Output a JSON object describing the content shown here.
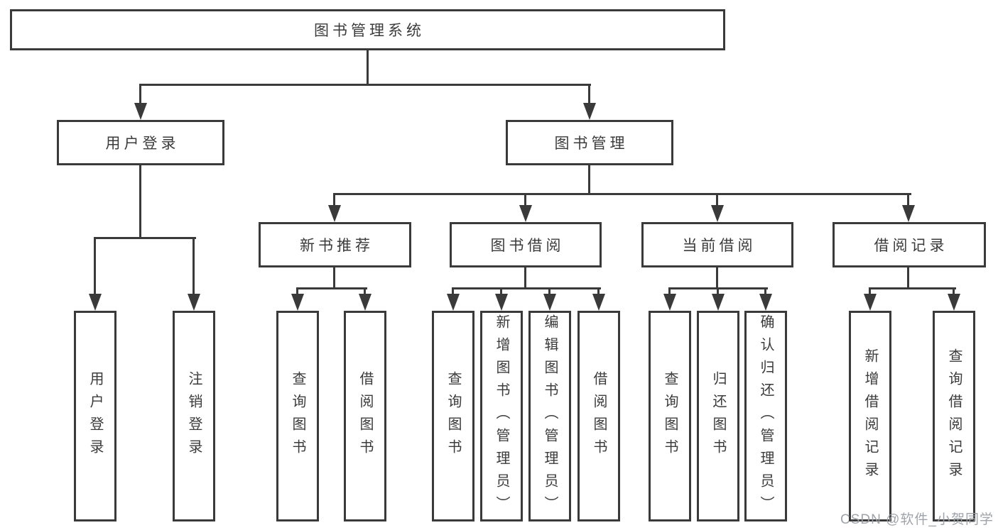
{
  "diagram": {
    "root": {
      "label": "图书管理系统"
    },
    "level2": [
      {
        "label": "用户登录",
        "children": [
          "用户登录",
          "注销登录"
        ]
      },
      {
        "label": "图书管理"
      }
    ],
    "level3": [
      {
        "label": "新书推荐",
        "children": [
          "查询图书",
          "借阅图书"
        ]
      },
      {
        "label": "图书借阅",
        "children": [
          "查询图书",
          "新增图书（管理员）",
          "编辑图书（管理员）",
          "借阅图书"
        ]
      },
      {
        "label": "当前借阅",
        "children": [
          "查询图书",
          "归还图书",
          "确认归还（管理员）"
        ]
      },
      {
        "label": "借阅记录",
        "children": [
          "新增借阅记录",
          "查询借阅记录"
        ]
      }
    ],
    "watermark": "CSDN @软件_小贺同学",
    "colors": {
      "line": "#3a3a3a",
      "text": "#3b3b3b",
      "background": "#ffffff",
      "watermark": "#9aa0a6"
    }
  }
}
